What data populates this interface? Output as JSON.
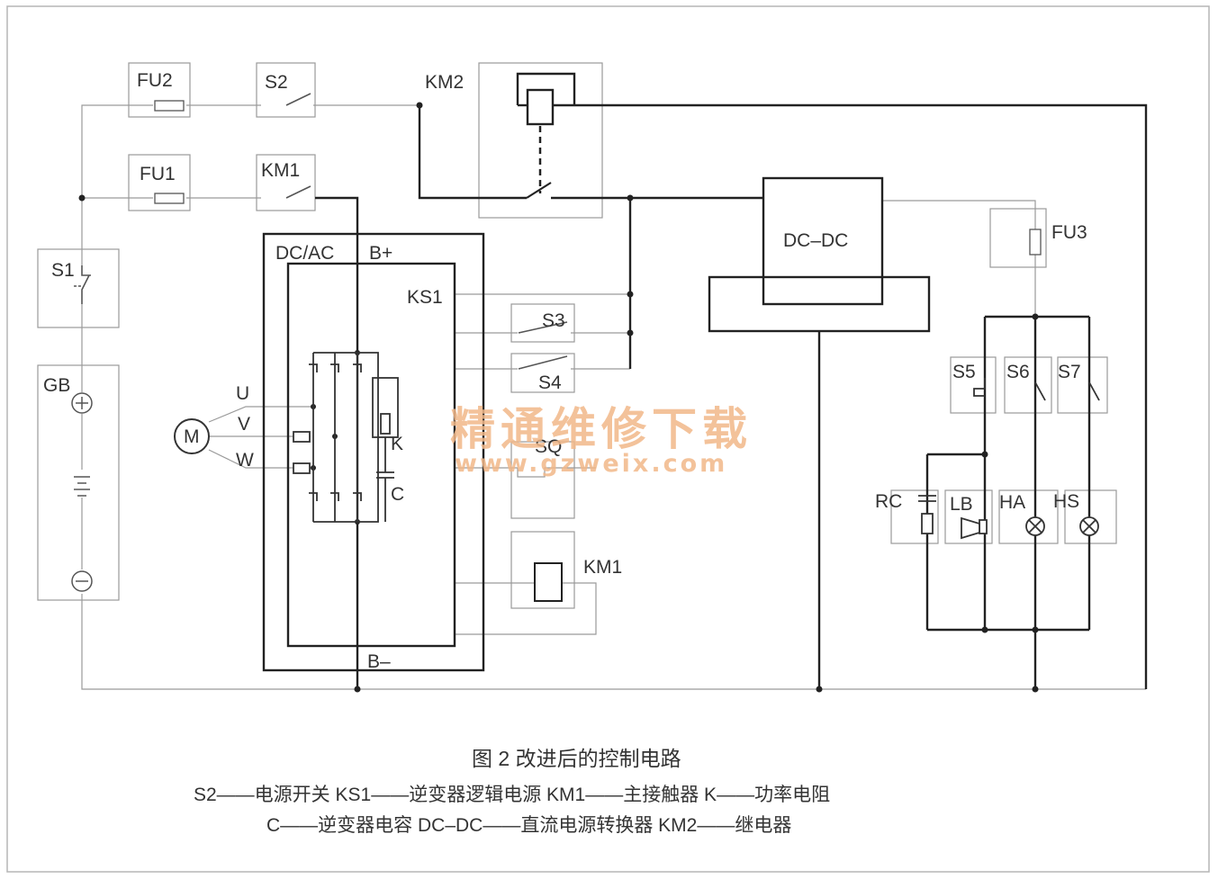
{
  "diagram": {
    "labels": {
      "fu2": "FU2",
      "s2": "S2",
      "km2": "KM2",
      "fu1": "FU1",
      "km1_top": "KM1",
      "s1": "S1",
      "gb": "GB",
      "dcac": "DC/AC",
      "bplus": "B+",
      "bminus": "B–",
      "ks1": "KS1",
      "s3": "S3",
      "s4": "S4",
      "sq": "SQ",
      "km1_coil": "KM1",
      "u": "U",
      "v": "V",
      "w": "W",
      "m": "M",
      "k": "K",
      "c": "C",
      "dcdc": "DC–DC",
      "fu3": "FU3",
      "s5": "S5",
      "s6": "S6",
      "s7": "S7",
      "rc": "RC",
      "lb": "LB",
      "ha": "HA",
      "hs": "HS"
    }
  },
  "caption": {
    "title": "图 2   改进后的控制电路",
    "line1": "S2——电源开关  KS1——逆变器逻辑电源  KM1——主接触器  K——功率电阻",
    "line2": "C——逆变器电容  DC–DC——直流电源转换器  KM2——继电器"
  },
  "watermark": {
    "text": "精通维修下载",
    "url": "www.gzweix.com"
  },
  "colors": {
    "line": "#222222",
    "frame": "#b5b5b5",
    "box": "#9a9a9a",
    "watermark": "#f2b889"
  }
}
